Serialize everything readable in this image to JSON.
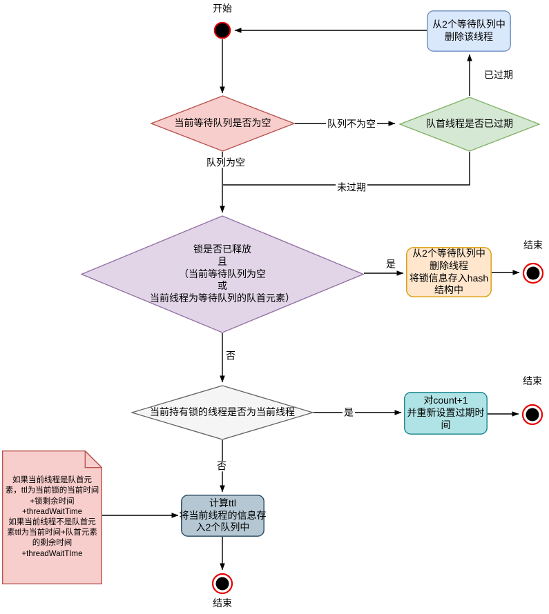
{
  "flowchart": {
    "start": {
      "label": "开始"
    },
    "end1": {
      "label": "结束"
    },
    "end2": {
      "label": "结束"
    },
    "end3": {
      "label": "结束"
    },
    "processes": {
      "remove_thread_top": {
        "label": "从2个等待队列中\n删除该线程"
      },
      "store_hash": {
        "label": "从2个等待队列中\n删除线程\n将锁信息存入hash\n结构中"
      },
      "count_incr": {
        "label": "对count+1\n并重新设置过期时\n间"
      },
      "calc_ttl": {
        "label": "计算ttl\n将当前线程的信息存\n入2个队列中"
      }
    },
    "decisions": {
      "queue_empty": {
        "label": "当前等待队列是否为空"
      },
      "head_expired": {
        "label": "队首线程是否已过期"
      },
      "lock_released": {
        "label": "锁是否已释放\n且\n（当前等待队列为空\n或\n当前线程为等待队列的队首元素）"
      },
      "holder_is_current": {
        "label": "当前持有锁的线程是否为当前线程"
      }
    },
    "note": {
      "text": "如果当前线程是队首元\n素，ttl为当前锁的当前时间\n+锁剩余时间\n+threadWaitTime\n如果当前线程不是队首元\n素ttl为当前时间+队首元素\n的剩余时间\n+threadWaitTIme"
    },
    "edge_labels": {
      "queue_not_empty": "队列不为空",
      "queue_is_empty": "队列为空",
      "expired": "已过期",
      "not_expired": "未过期",
      "yes_release": "是",
      "no_release": "否",
      "yes_holder": "是",
      "no_holder": "否"
    }
  },
  "colors": {
    "blue_fill": "#dae8fc",
    "blue_stroke": "#6c8ebf",
    "red_fill": "#f8cecc",
    "red_stroke": "#b85450",
    "green_fill": "#d5e8d4",
    "green_stroke": "#82b366",
    "purple_fill": "#e1d5e7",
    "purple_stroke": "#9673a6",
    "orange_fill": "#ffe6cc",
    "orange_stroke": "#d79b00",
    "gray_fill": "#f5f5f5",
    "gray_stroke": "#666666",
    "teal_fill": "#b0e3e6",
    "teal_stroke": "#0e8088",
    "bluegray_fill": "#b5c7d2",
    "bluegray_stroke": "#23445d",
    "terminal_fill": "#000000",
    "terminal_ring": "#e60000",
    "line": "#000000"
  }
}
